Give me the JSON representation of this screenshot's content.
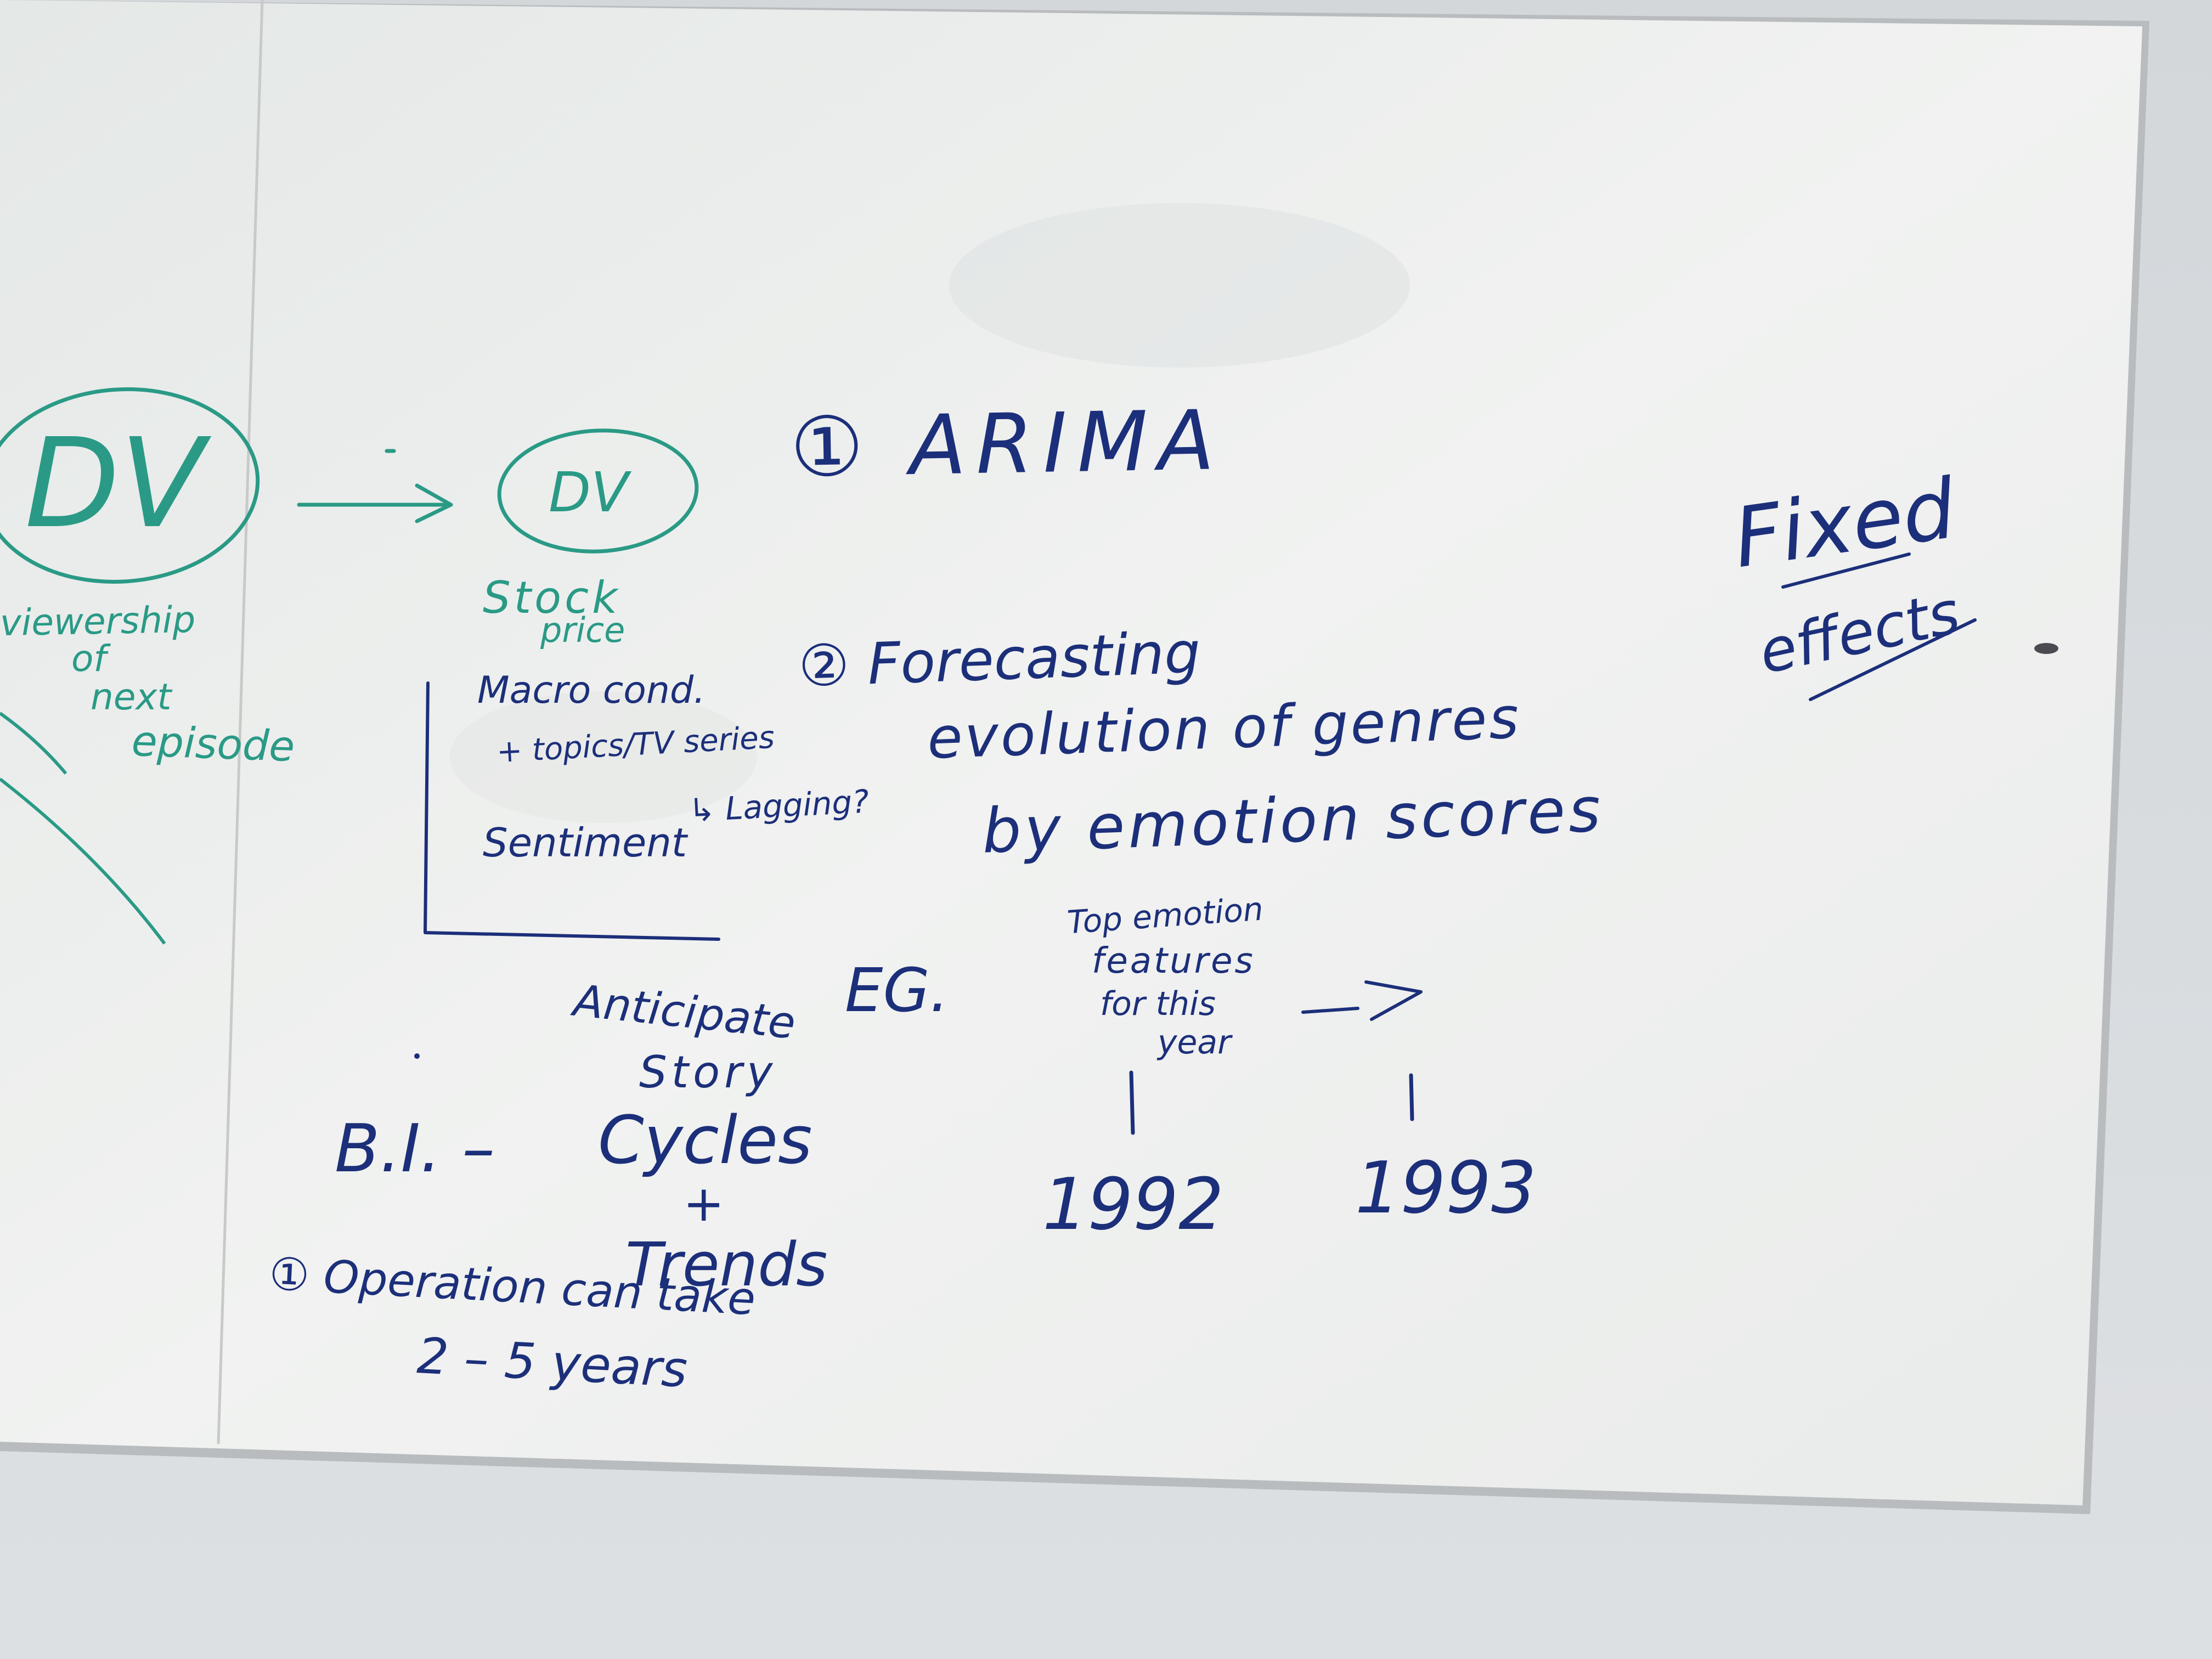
{
  "colors": {
    "teal_marker": "#2a9a86",
    "blue_marker": "#1c2f7a",
    "board": "#eef0ef",
    "wall": "#d8dcdf",
    "frame": "#b9bcbf"
  },
  "teal_notes": {
    "dv_left": "DV",
    "viewership": "viewership",
    "of": "of",
    "next": "next",
    "episode": "episode",
    "dv_right": "DV",
    "stock": "Stock",
    "price": "price"
  },
  "blue_notes": {
    "arima": "① ARIMA",
    "forecasting": "② Forecasting",
    "evolution": "evolution of genres",
    "emotion_scores": "by emotion scores",
    "macro": "Macro cond.",
    "topics": "+ topics/TV series",
    "lagging": "↳ Lagging?",
    "sentiment": "Sentiment",
    "eg": "EG.",
    "top_emotion": "Top emotion",
    "features": "features",
    "for_this": "for this",
    "year": "year",
    "year_1992": "1992",
    "year_1993": "1993",
    "anticipate": "Anticipate",
    "story": "Story",
    "bi": "B.I. –",
    "cycles": "Cycles",
    "plus": "+",
    "trends": "Trends",
    "operation": "① Operation can take",
    "years": "2 – 5 years",
    "fixed": "Fixed",
    "effects": "effects"
  }
}
